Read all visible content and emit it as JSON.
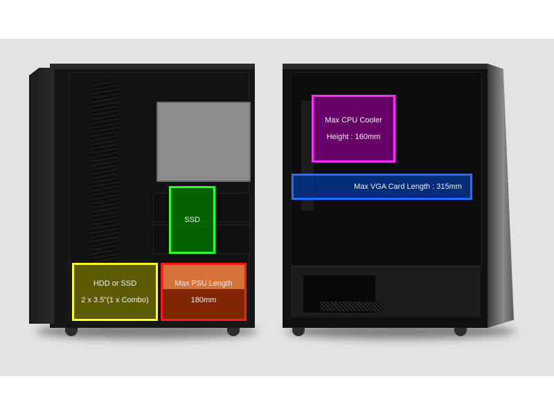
{
  "scene": {
    "description": "Two views of a black PC tower case (rear/cable side and tempered-glass side) with colored dimension/capacity annotations",
    "background_color": "#e3e3e3"
  },
  "annotations": {
    "cpu_cooler": {
      "line1": "Max CPU Cooler",
      "line2": "Height : 160mm",
      "color": "#ff2cff"
    },
    "vga_card": {
      "label": "Max VGA Card Length : 315mm",
      "color": "#1a73ff"
    },
    "ssd": {
      "label": "SSD",
      "color": "#30ff30"
    },
    "hdd": {
      "line1": "HDD or SSD",
      "line2": "2 x 3.5\"(1 x Combo)",
      "color": "#ffff24"
    },
    "psu": {
      "line1": "Max PSU Length",
      "line2": "180mm",
      "color": "#ff1a1a"
    }
  }
}
